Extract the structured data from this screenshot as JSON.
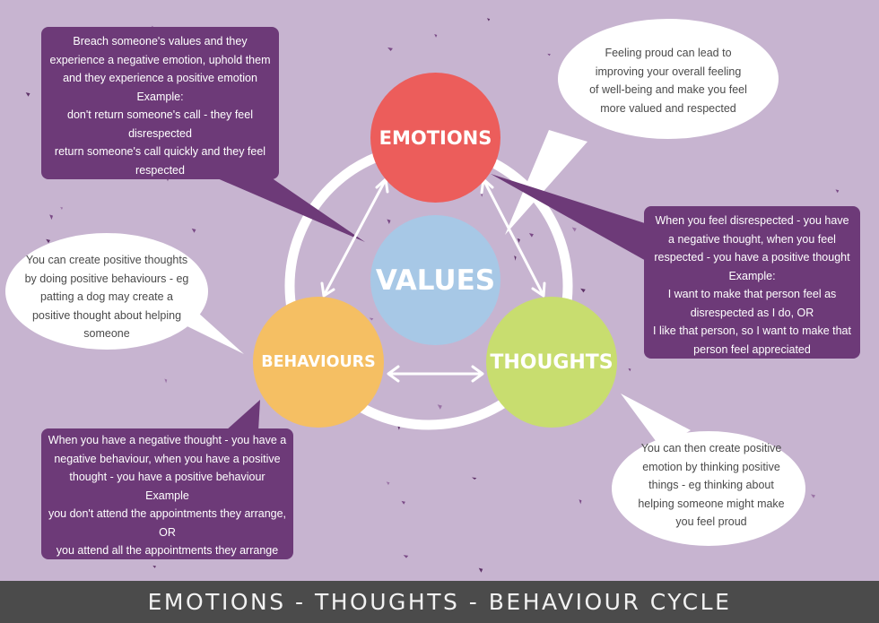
{
  "colors": {
    "background": "#c7b4d0",
    "emotions": "#ec5d5b",
    "values": "#a7c8e6",
    "behaviours": "#f5bf63",
    "thoughts": "#c8dd6f",
    "box": "#6d3a78",
    "footer": "#4b4b4b"
  },
  "circles": {
    "emotions": "EMOTIONS",
    "values": "VALUES",
    "behaviours": "BEHAVIOURS",
    "thoughts": "THOUGHTS"
  },
  "boxes": {
    "values_emotions": [
      "Breach someone's values and they",
      "experience a negative emotion, uphold them",
      "and they experience a positive emotion",
      "Example:",
      "don't return someone's call - they feel",
      "disrespected",
      "return someone's call quickly and they feel",
      "respected"
    ],
    "emotions_thoughts": [
      "When you feel disrespected - you have",
      "a negative thought, when you feel",
      "respected - you have a positive thought",
      "Example:",
      "I want to make that person feel  as",
      "disrespected as I do, OR",
      "I like that person, so I want to make that",
      "person feel appreciated"
    ],
    "thoughts_behaviours": [
      "When you have a negative thought - you have a",
      "negative behaviour, when you have a positive",
      "thought - you have a positive behaviour",
      "Example",
      "you don't attend the appointments they arrange,",
      "OR",
      "you attend all the appointments they arrange"
    ]
  },
  "bubbles": {
    "proud": [
      "Feeling proud can lead to",
      "improving your overall feeling",
      "of well-being and make you feel",
      "more valued and respected"
    ],
    "positive_thoughts": [
      "You can create positive thoughts",
      "by doing positive behaviours - eg",
      "patting a dog may create a",
      "positive thought about helping",
      "someone"
    ],
    "positive_emotion": [
      "You can then create positive",
      "emotion by thinking positive",
      "things - eg thinking about",
      "helping someone might make",
      "you feel proud"
    ]
  },
  "footer": {
    "title": "EMOTIONS - THOUGHTS - BEHAVIOUR CYCLE"
  }
}
